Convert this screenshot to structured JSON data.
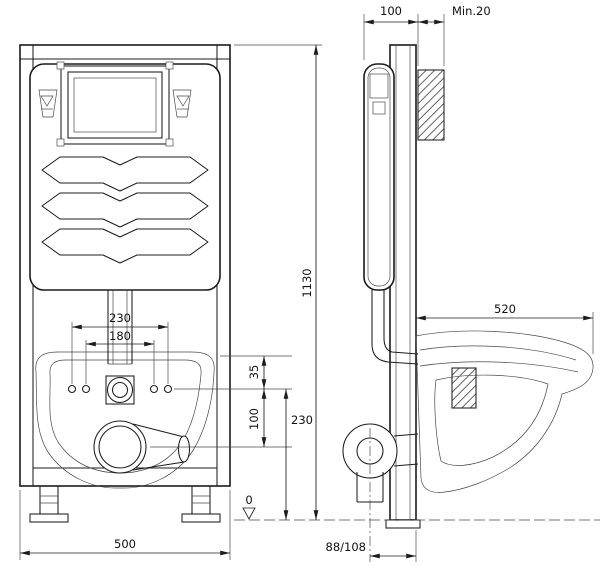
{
  "front_view": {
    "dim_fixing_outer": "230",
    "dim_fixing_inner": "180",
    "dim_width": "500",
    "dim_height_total": "1130",
    "dim_supply_drop": "35",
    "dim_outlet_drop": "100",
    "dim_supply_height": "230",
    "datum": "0"
  },
  "side_view": {
    "dim_depth": "100",
    "dim_wall_min": "Min.20",
    "dim_bowl_projection": "520",
    "dim_outlet_offset": "88/108"
  }
}
